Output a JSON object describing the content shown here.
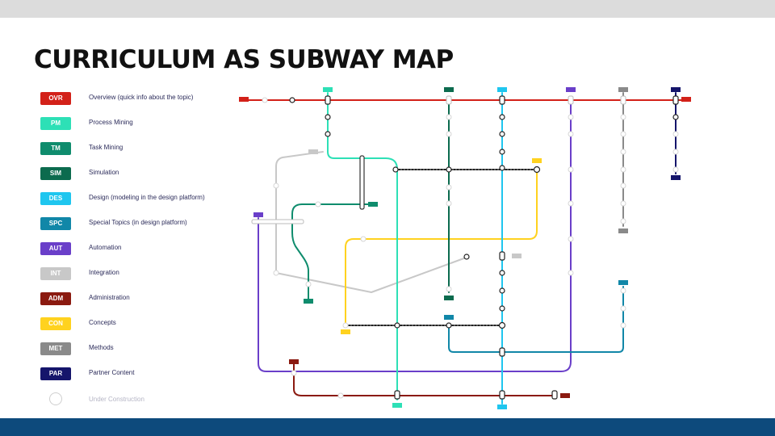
{
  "title": "CURRICULUM AS SUBWAY MAP",
  "legend": [
    {
      "code": "OVR",
      "label": "Overview (quick info about the topic)",
      "color": "#d32119",
      "text_color": "#ffffff"
    },
    {
      "code": "PM",
      "label": "Process Mining",
      "color": "#2de0b6",
      "text_color": "#ffffff"
    },
    {
      "code": "TM",
      "label": "Task Mining",
      "color": "#0f8c6d",
      "text_color": "#ffffff"
    },
    {
      "code": "SIM",
      "label": "Simulation",
      "color": "#0c6b4e",
      "text_color": "#ffffff"
    },
    {
      "code": "DES",
      "label": "Design (modeling in the design platform)",
      "color": "#1fc6ef",
      "text_color": "#ffffff"
    },
    {
      "code": "SPC",
      "label": "Special Topics (in design platform)",
      "color": "#1187a8",
      "text_color": "#ffffff"
    },
    {
      "code": "AUT",
      "label": "Automation",
      "color": "#6a3fc9",
      "text_color": "#ffffff"
    },
    {
      "code": "INT",
      "label": "Integration",
      "color": "#c8c8c8",
      "text_color": "#ffffff"
    },
    {
      "code": "ADM",
      "label": "Administration",
      "color": "#8b1a10",
      "text_color": "#ffffff"
    },
    {
      "code": "CON",
      "label": "Concepts",
      "color": "#ffd21f",
      "text_color": "#ffffff"
    },
    {
      "code": "MET",
      "label": "Methods",
      "color": "#8a8a8a",
      "text_color": "#ffffff"
    },
    {
      "code": "PAR",
      "label": "Partner Content",
      "color": "#15156b",
      "text_color": "#ffffff"
    }
  ],
  "under_construction_label": "Under Construction"
}
